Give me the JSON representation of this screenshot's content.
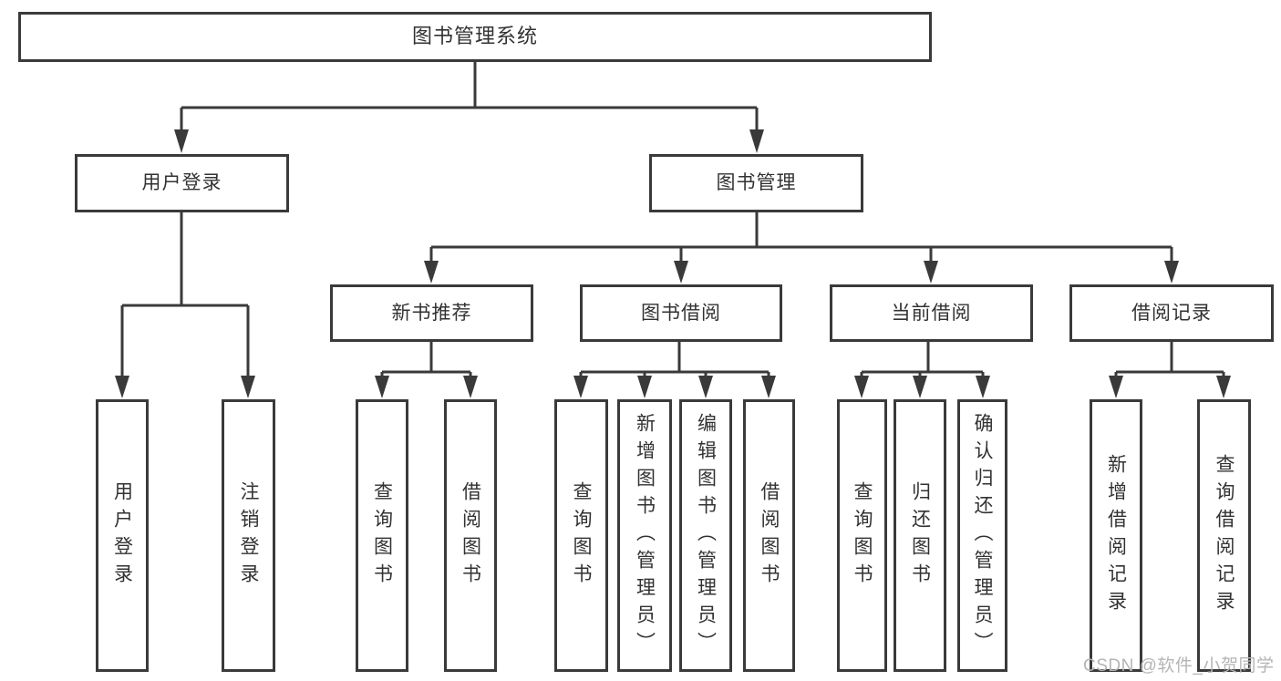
{
  "diagram": {
    "title": "图书管理系统",
    "root": {
      "label": "图书管理系统"
    },
    "level2": [
      {
        "label": "用户登录"
      },
      {
        "label": "图书管理"
      }
    ],
    "level3": [
      {
        "label": "新书推荐"
      },
      {
        "label": "图书借阅"
      },
      {
        "label": "当前借阅"
      },
      {
        "label": "借阅记录"
      }
    ],
    "leaves": {
      "user": [
        "用户登录",
        "注销登录"
      ],
      "recommend": [
        "查询图书",
        "借阅图书"
      ],
      "borrow": [
        "查询图书",
        "新增图书（管理员）",
        "编辑图书（管理员）",
        "借阅图书"
      ],
      "current": [
        "查询图书",
        "归还图书",
        "确认归还（管理员）"
      ],
      "records": [
        "新增借阅记录",
        "查询借阅记录"
      ]
    }
  },
  "watermark": "CSDN @软件_小贺同学",
  "colors": {
    "line": "#3a3a3a",
    "text": "#323232",
    "background": "#ffffff",
    "watermark": "#b5b5b5"
  }
}
